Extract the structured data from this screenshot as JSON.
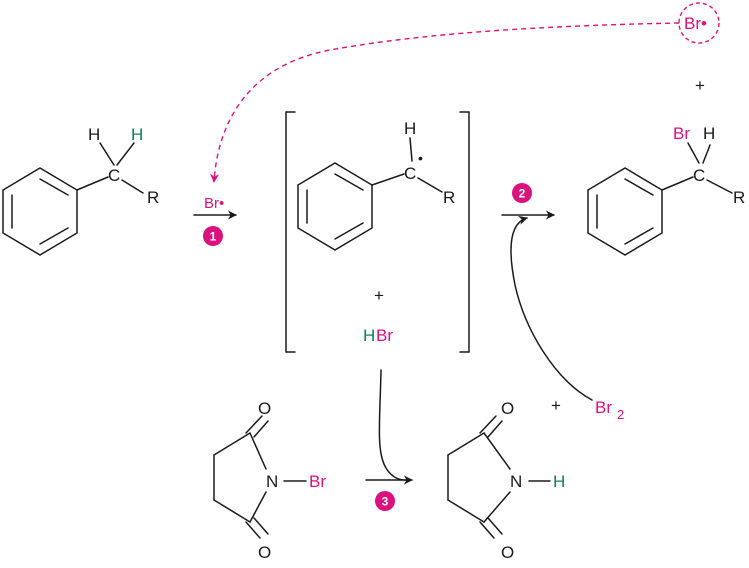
{
  "colors": {
    "ink": "#1a1a1a",
    "radical": "#d9127e",
    "highlight_h": "#0d7f5f"
  },
  "labels": {
    "H": "H",
    "C": "C",
    "R": "R",
    "Br": "Br",
    "O": "O",
    "N": "N",
    "plus": "+",
    "H_Br": "H",
    "Br_of_HBr": "Br",
    "Br_radical": "Br•",
    "Br2_base": "Br",
    "Br2_subscript": "2",
    "radical_dot": "•"
  },
  "steps": [
    "1",
    "2",
    "3"
  ]
}
